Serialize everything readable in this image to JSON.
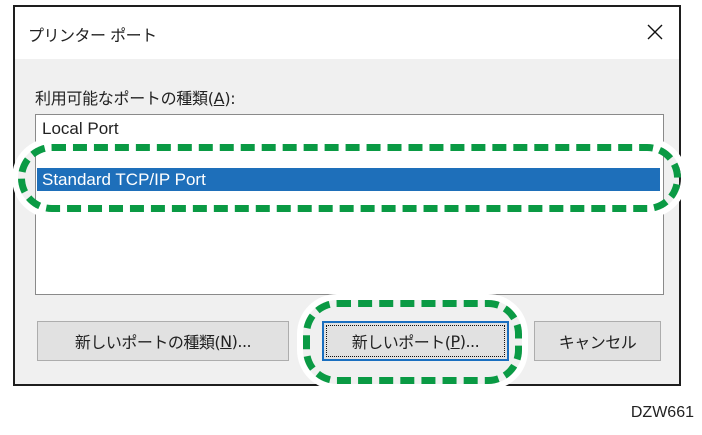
{
  "dialog": {
    "title": "プリンター ポート",
    "close_icon": "close-x-icon"
  },
  "port_list": {
    "label_prefix": "利用可能なポートの種類(",
    "label_accel": "A",
    "label_suffix": "):",
    "items": [
      {
        "label": "Local Port",
        "selected": false
      },
      {
        "label": "(partially hidden item)",
        "selected": false
      },
      {
        "label": "Standard TCP/IP Port",
        "selected": true
      }
    ]
  },
  "buttons": {
    "new_port_type": {
      "prefix": "新しいポートの種類(",
      "accel": "N",
      "suffix": ")..."
    },
    "new_port": {
      "prefix": "新しいポート(",
      "accel": "P",
      "suffix": ")..."
    },
    "cancel": {
      "label": "キャンセル"
    }
  },
  "annotations": {
    "highlight_color": "#0a9a44",
    "selection_color": "#1e6fba"
  },
  "figure_id": "DZW661"
}
